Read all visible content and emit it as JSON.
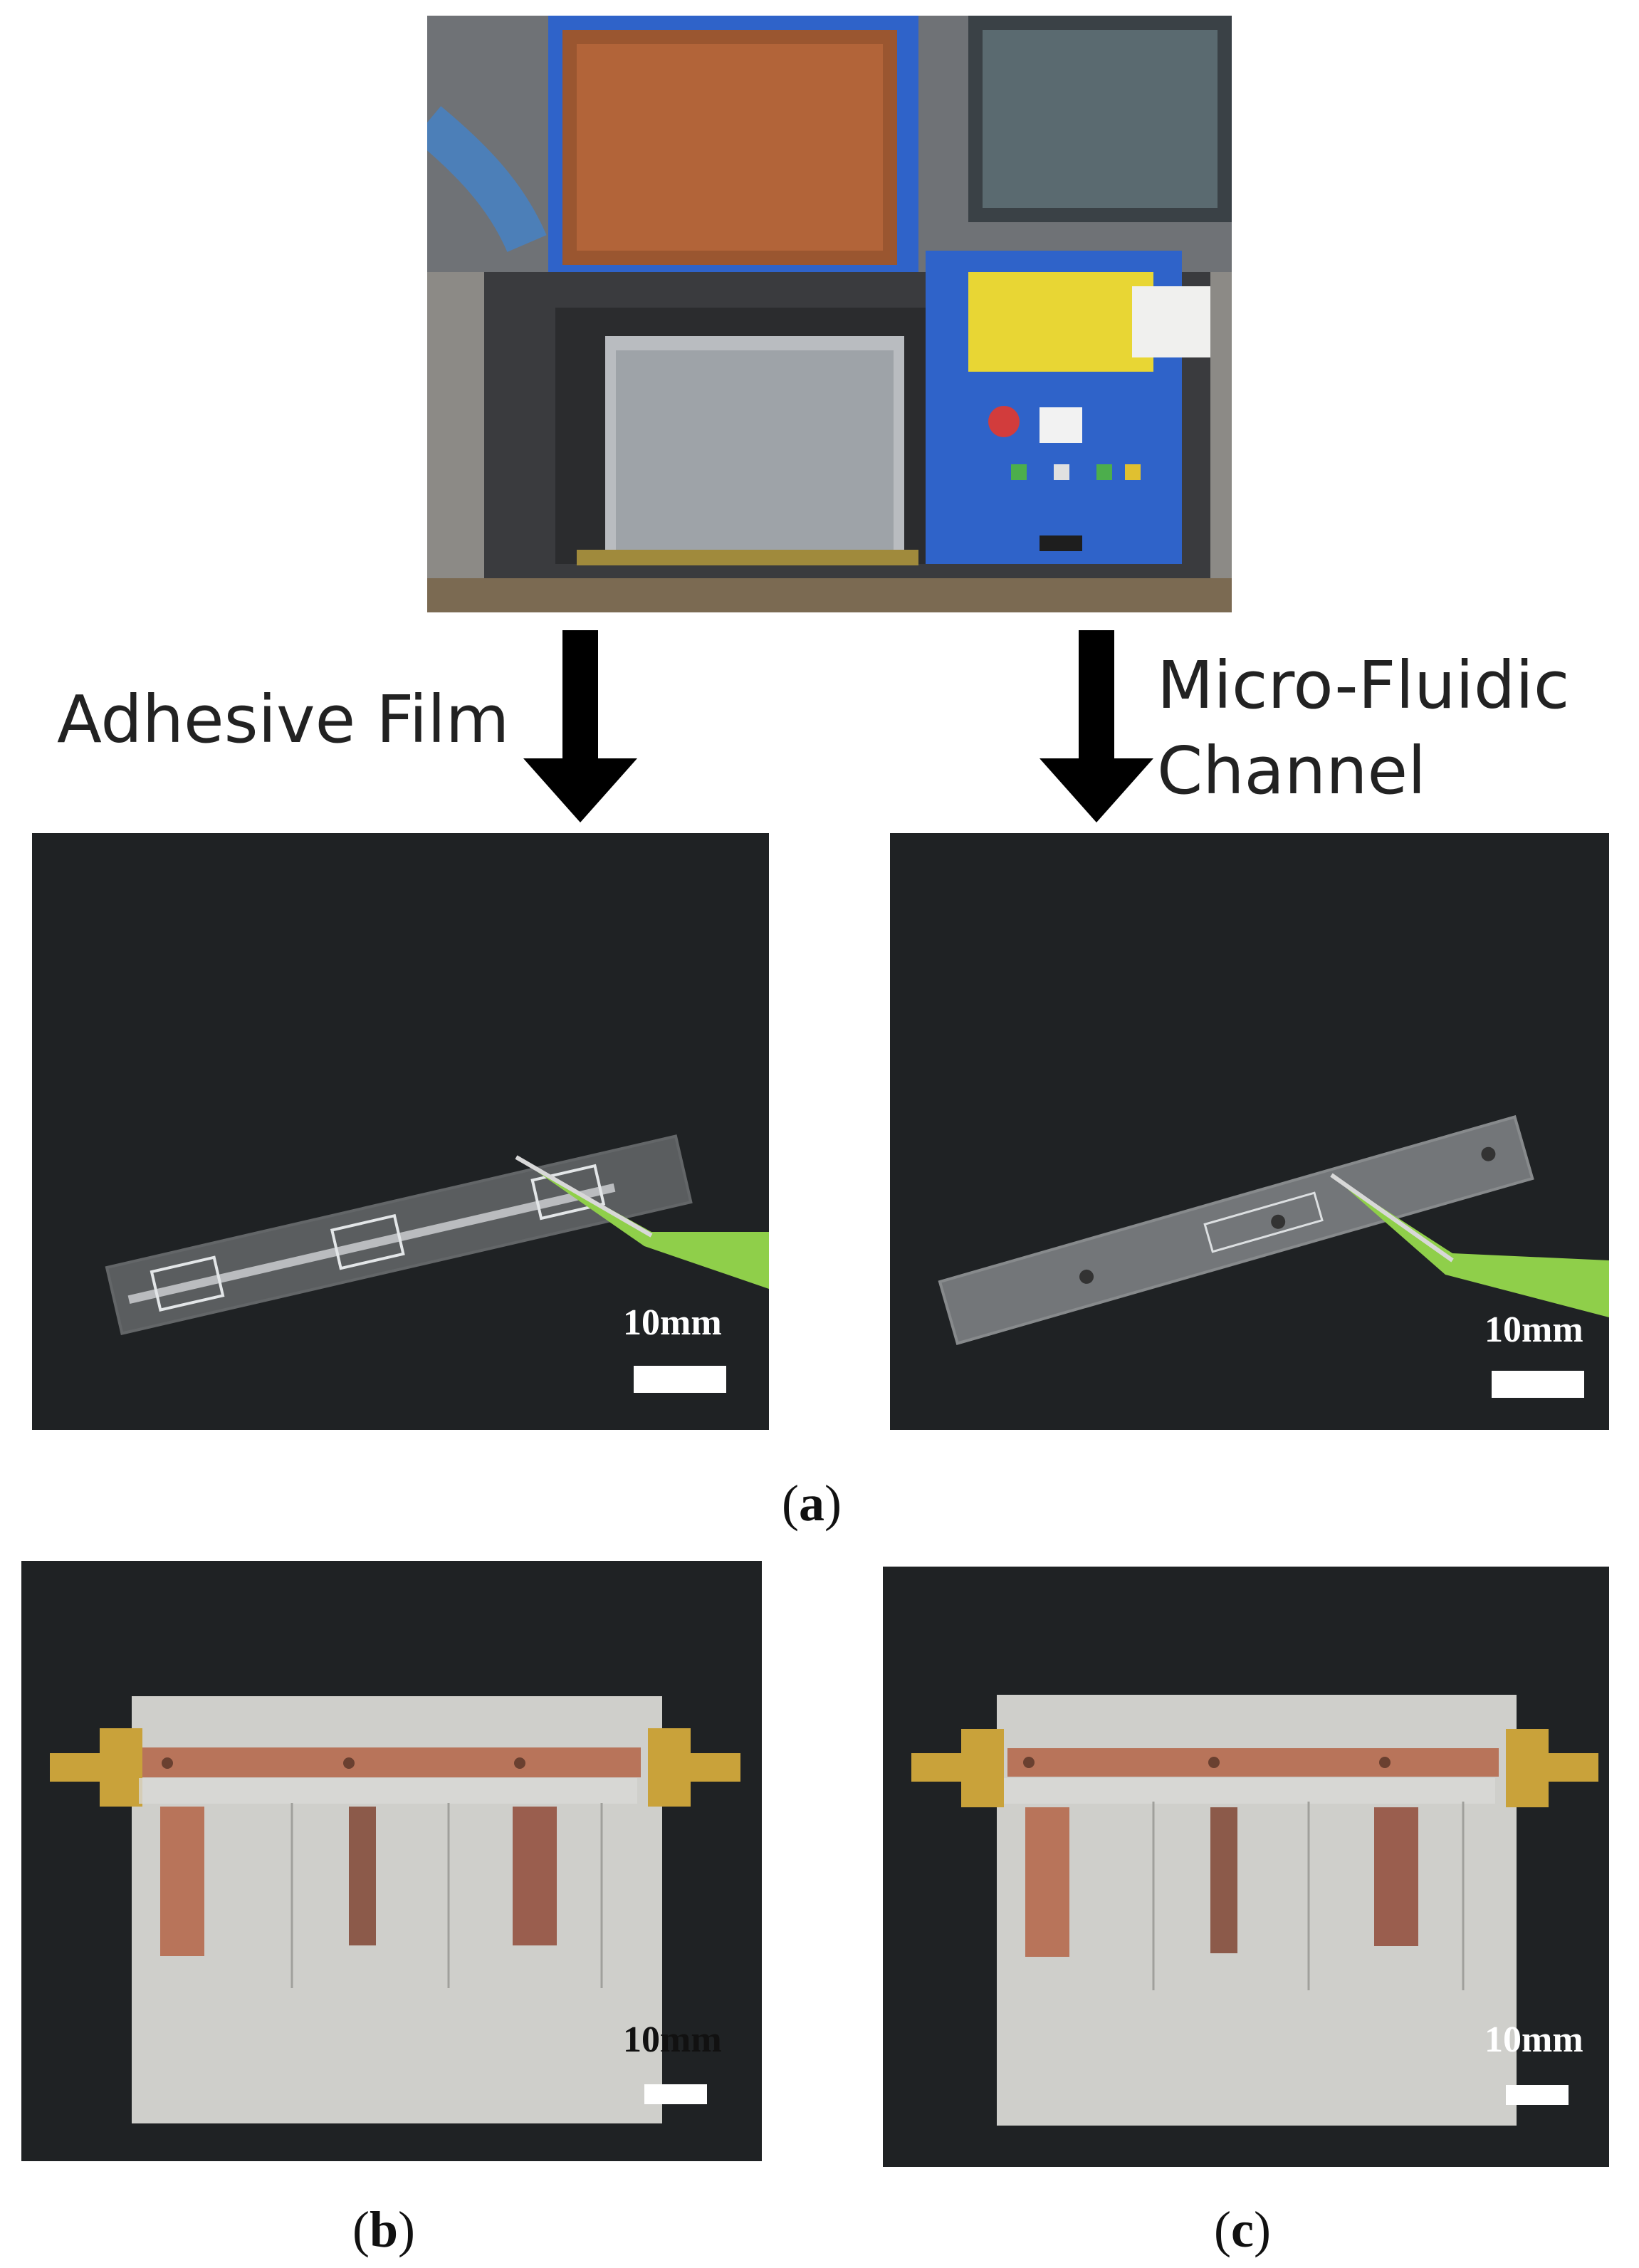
{
  "labels": {
    "left_arrow": "Adhesive Film",
    "right_arrow_line1": "Micro-Fluidic",
    "right_arrow_line2": "Channel"
  },
  "scale_bars": {
    "a_left": "10mm",
    "a_right": "10mm",
    "b": "10mm",
    "c": "10mm"
  },
  "captions": {
    "a": "a",
    "b": "b",
    "c": "c"
  },
  "colors": {
    "machine_blue": "#2f63c9",
    "dark_background": "#1f2224",
    "copper": "#b8745a",
    "substrate": "#cfcfcb",
    "connector_gold": "#c9a23a",
    "tweezer_green": "#8fcf4a"
  }
}
